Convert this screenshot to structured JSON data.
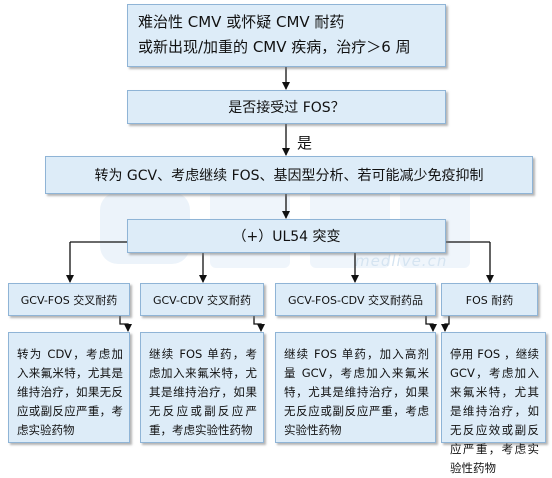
{
  "start": {
    "line1": "难治性 CMV 或怀疑 CMV 耐药",
    "line2": "或新出现/加重的 CMV 疾病，治疗＞6 周"
  },
  "question": "是否接受过 FOS？",
  "yes_label": "是",
  "action": "转为 GCV、考虑继续 FOS、基因型分析、若可能减少免疫抑制",
  "mutation": "（+）UL54 突变",
  "categories": [
    {
      "label": "GCV-FOS 交叉耐药",
      "desc": "转为 CDV，考虑加入来氟米特，尤其是维持治疗，如果无反应或副反应严重，考虑实验药物"
    },
    {
      "label": "GCV-CDV 交叉耐药",
      "desc": "继续 FOS 单药，考虑加入来氟米特，尤其是维持治疗，如果无反应或副反应严重，考虑实验性药物"
    },
    {
      "label": "GCV-FOS-CDV 交叉耐药品",
      "desc": "继续 FOS 单药，加入高剂量 GCV，考虑加入来氟米特，尤其是维持治疗，如果无反应或副反应严重，考虑实验性药物"
    },
    {
      "label": "FOS 耐药",
      "desc": "停用 FOS ，继续 GCV，考虑加入来氟米特，尤其是维持治疗，如无反应效或副反应严重，考虑实验性药物"
    }
  ],
  "watermark_text": "medlive.cn",
  "colors": {
    "box_fill": "#ddecf8",
    "box_border": "#8fb4d6",
    "arrow": "#111111"
  }
}
